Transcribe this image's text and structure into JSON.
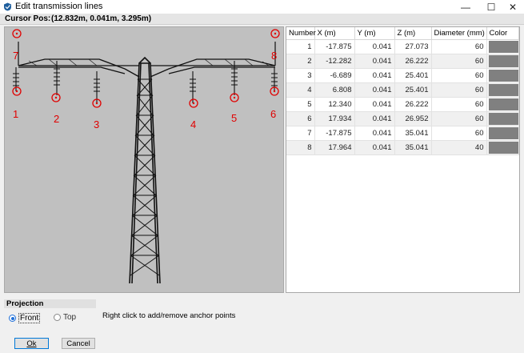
{
  "window": {
    "title": "Edit transmission lines",
    "minimize_glyph": "—",
    "maximize_glyph": "☐",
    "close_glyph": "✕"
  },
  "cursor": {
    "label": "Cursor Pos:",
    "value": "(12.832m, 0.041m, 3.295m)"
  },
  "viewport": {
    "line_numbers": [
      "1",
      "2",
      "3",
      "4",
      "5",
      "6",
      "7",
      "8"
    ],
    "marker_color": "#e00000"
  },
  "table": {
    "headers": [
      "Number",
      "X (m)",
      "Y (m)",
      "Z (m)",
      "Diameter (mm)",
      "Color"
    ],
    "rows": [
      {
        "number": "1",
        "x": "-17.875",
        "y": "0.041",
        "z": "27.073",
        "diameter": "60",
        "color": "#808080"
      },
      {
        "number": "2",
        "x": "-12.282",
        "y": "0.041",
        "z": "26.222",
        "diameter": "60",
        "color": "#808080"
      },
      {
        "number": "3",
        "x": "-6.689",
        "y": "0.041",
        "z": "25.401",
        "diameter": "60",
        "color": "#808080"
      },
      {
        "number": "4",
        "x": "6.808",
        "y": "0.041",
        "z": "25.401",
        "diameter": "60",
        "color": "#808080"
      },
      {
        "number": "5",
        "x": "12.340",
        "y": "0.041",
        "z": "26.222",
        "diameter": "60",
        "color": "#808080"
      },
      {
        "number": "6",
        "x": "17.934",
        "y": "0.041",
        "z": "26.952",
        "diameter": "60",
        "color": "#808080"
      },
      {
        "number": "7",
        "x": "-17.875",
        "y": "0.041",
        "z": "35.041",
        "diameter": "60",
        "color": "#808080"
      },
      {
        "number": "8",
        "x": "17.964",
        "y": "0.041",
        "z": "35.041",
        "diameter": "40",
        "color": "#808080"
      }
    ]
  },
  "projection": {
    "title": "Projection",
    "front_label": "Front",
    "top_label": "Top",
    "selected": "Front"
  },
  "hint": "Right click to add/remove anchor points",
  "buttons": {
    "ok_label": "Ok",
    "cancel_label": "Cancel"
  }
}
